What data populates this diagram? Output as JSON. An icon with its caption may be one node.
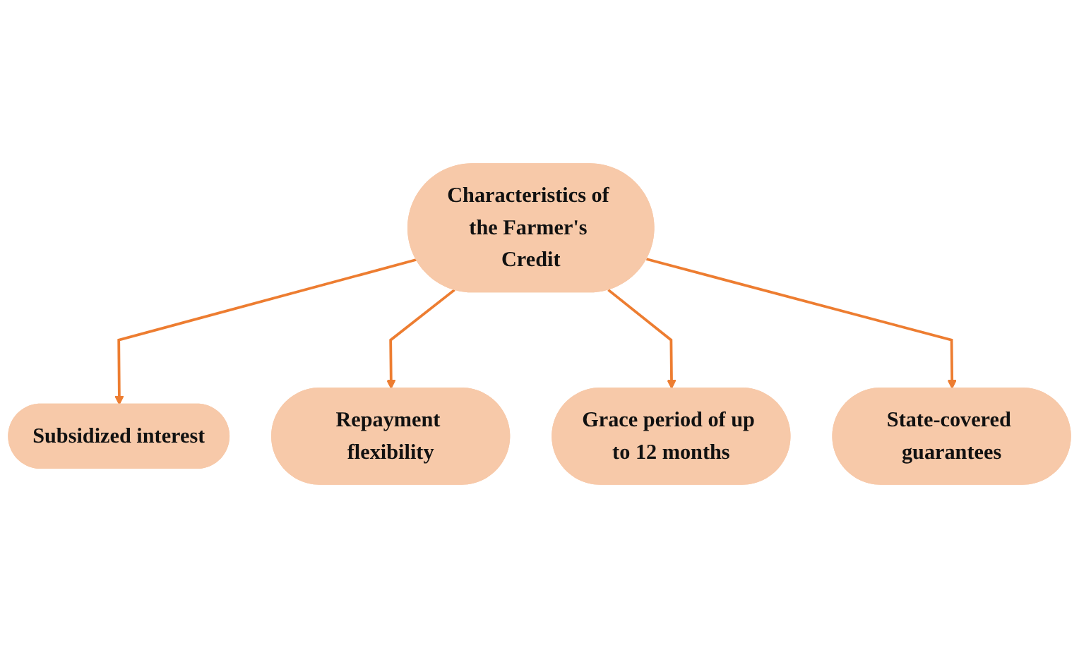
{
  "diagram": {
    "nodes": [
      {
        "text": [
          "Subsidized interest"
        ]
      },
      {
        "text": [
          "Repayment flexibility"
        ]
      },
      {
        "text": [
          "Characteristics of the Farmer's Credit"
        ]
      },
      {
        "text": [
          "Grace period of up to 12 months"
        ]
      },
      {
        "text": [
          "State-covered guarantees"
        ]
      }
    ],
    "edges": [
      {
        "from": 2,
        "to": 0,
        "arrow": "to"
      },
      {
        "from": 2,
        "to": 1,
        "arrow": "to"
      },
      {
        "from": 2,
        "to": 3,
        "arrow": "to"
      },
      {
        "from": 2,
        "to": 4,
        "arrow": "to"
      }
    ]
  }
}
